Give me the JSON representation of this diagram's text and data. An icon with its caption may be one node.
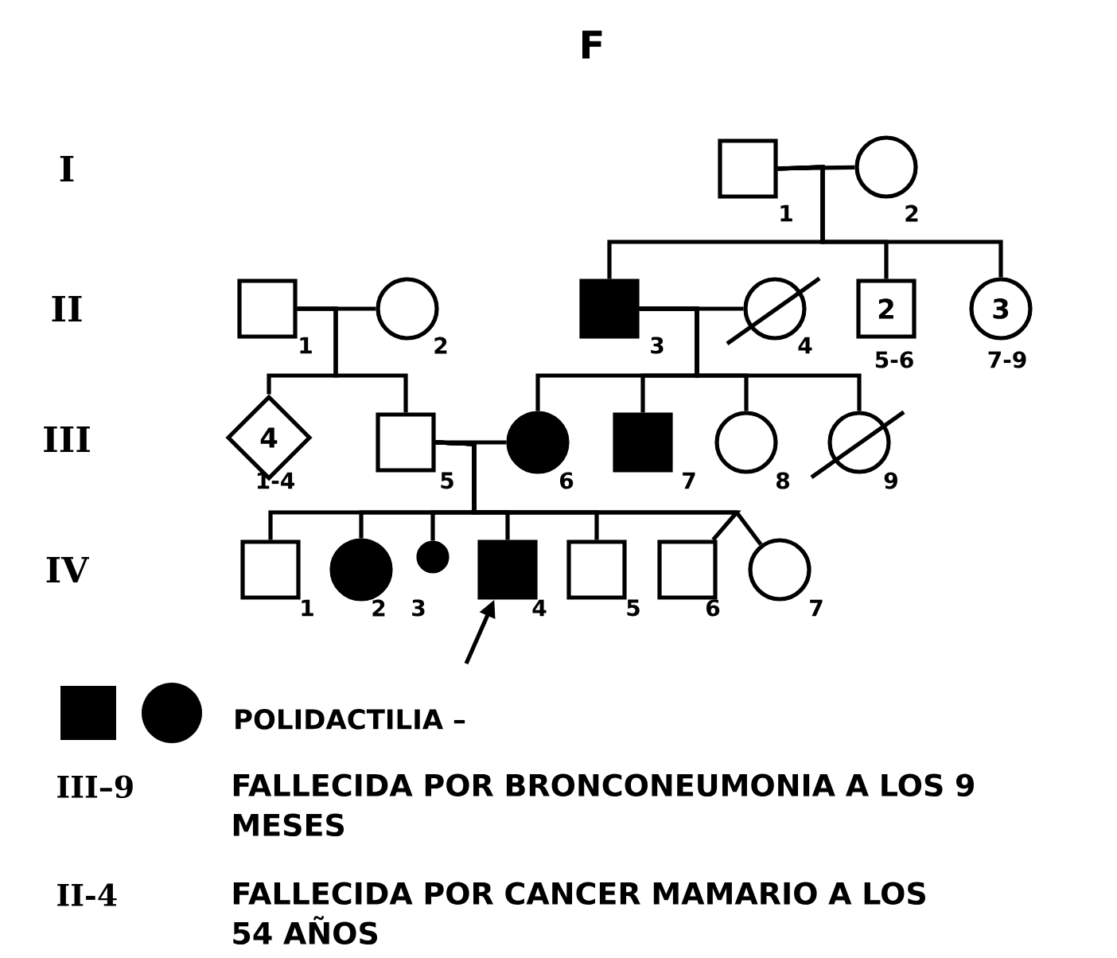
{
  "diagram": {
    "title": "F",
    "nodes": [
      {
        "text": [],
        "shape": "box",
        "beside": [
          "1"
        ]
      },
      {
        "text": [],
        "shape": "circle",
        "beside": [
          "2"
        ]
      },
      {
        "text": [],
        "shape": "box",
        "beside": [
          "1"
        ]
      },
      {
        "text": [],
        "shape": "circle",
        "beside": [
          "2"
        ]
      },
      {
        "text": [],
        "shape": "box",
        "beside": [
          "3"
        ]
      },
      {
        "text": [],
        "shape": "circle",
        "beside": [
          "4"
        ]
      },
      {
        "text": [
          "2"
        ],
        "beside": [
          "5-6"
        ]
      },
      {
        "text": [
          "3"
        ],
        "beside": [
          "7-9"
        ]
      },
      {
        "text": [
          "4"
        ],
        "beside": [
          "1-4"
        ]
      },
      {
        "text": [],
        "shape": "box",
        "beside": [
          "5"
        ]
      },
      {
        "text": [],
        "shape": "circle",
        "beside": [
          "6"
        ]
      },
      {
        "text": [],
        "shape": "box",
        "beside": [
          "7"
        ]
      },
      {
        "text": [],
        "shape": "circle",
        "beside": [
          "8"
        ]
      },
      {
        "text": [],
        "shape": "circle",
        "beside": [
          "9"
        ]
      },
      {
        "text": [],
        "shape": "box",
        "beside": [
          "1"
        ]
      },
      {
        "text": [],
        "shape": "circle",
        "beside": [
          "2"
        ]
      },
      {
        "text": [],
        "shape": "circle",
        "beside": [
          "3"
        ]
      },
      {
        "text": [],
        "shape": "box",
        "beside": [
          "4"
        ]
      },
      {
        "text": [],
        "shape": "box",
        "beside": [
          "5"
        ]
      },
      {
        "text": [],
        "shape": "box",
        "beside": [
          "6"
        ]
      },
      {
        "text": [],
        "shape": "circle",
        "beside": [
          "7"
        ]
      }
    ],
    "edges": [
      {
        "from": 0,
        "to": 1,
        "arrow": "none"
      },
      {
        "from": 0,
        "to": 4,
        "arrow": "none"
      },
      {
        "from": 0,
        "to": 6,
        "arrow": "none"
      },
      {
        "from": 0,
        "to": 7,
        "arrow": "none"
      },
      {
        "from": 2,
        "to": 3,
        "arrow": "none"
      },
      {
        "from": 2,
        "to": 8,
        "arrow": "none"
      },
      {
        "from": 2,
        "to": 9,
        "arrow": "none"
      },
      {
        "from": 4,
        "to": 5,
        "arrow": "none"
      },
      {
        "from": 4,
        "to": 10,
        "arrow": "none"
      },
      {
        "from": 4,
        "to": 11,
        "arrow": "none"
      },
      {
        "from": 4,
        "to": 12,
        "arrow": "none"
      },
      {
        "from": 4,
        "to": 13,
        "arrow": "none"
      },
      {
        "from": 9,
        "to": 10,
        "arrow": "none"
      },
      {
        "from": 9,
        "to": 14,
        "arrow": "none"
      },
      {
        "from": 9,
        "to": 15,
        "arrow": "none"
      },
      {
        "from": 9,
        "to": 16,
        "arrow": "none"
      },
      {
        "from": 9,
        "to": 17,
        "arrow": "none"
      },
      {
        "from": 9,
        "to": 18,
        "arrow": "none"
      },
      {
        "from": 9,
        "to": 19,
        "arrow": "none"
      },
      {
        "from": 9,
        "to": 20,
        "arrow": "none"
      },
      {
        "from": null,
        "to": 17,
        "arrow": "to"
      }
    ],
    "labels": [
      "I",
      "II",
      "III",
      "IV",
      "III–9",
      "FALLECIDA POR BRONCONEUMONIA A LOS 9 MESES",
      "II-4",
      "FALLECIDA POR CANCER MAMARIO A LOS 54 AÑOS"
    ],
    "legend": [
      {
        "text": "POLIDACTILIA –"
      }
    ]
  }
}
